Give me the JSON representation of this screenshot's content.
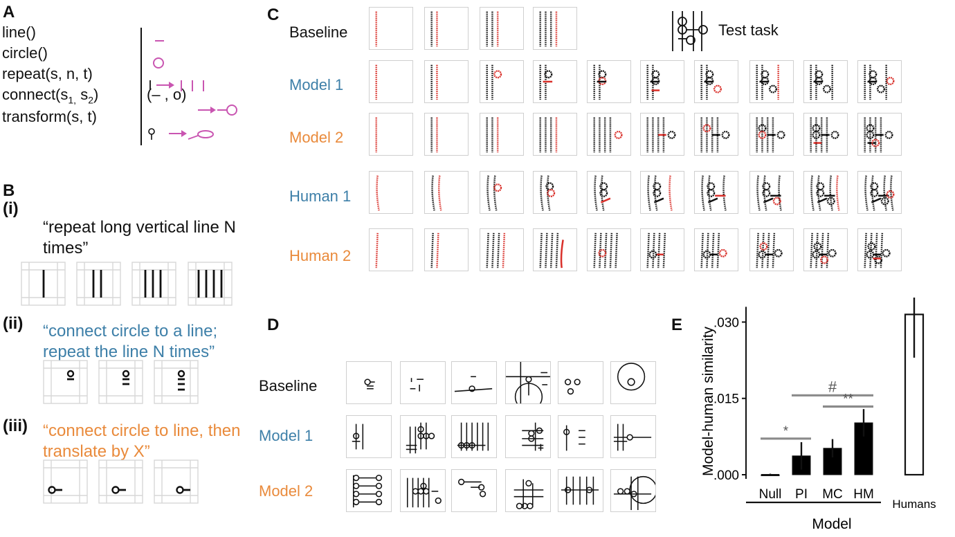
{
  "panels": {
    "a": "A",
    "b": "B",
    "c": "C",
    "d": "D",
    "e": "E"
  },
  "panel_a": {
    "primitives": [
      {
        "name": "line()"
      },
      {
        "name": "circle()"
      },
      {
        "name": "repeat(s, n, t)"
      },
      {
        "name": "connect(s",
        "sub1": "1,",
        "mid": " s",
        "sub2": "2",
        "end": ")"
      },
      {
        "name": "transform(s, t)"
      }
    ],
    "connect_example": "(– , o)",
    "accent_color": "#c955b1"
  },
  "panel_b": {
    "items": [
      {
        "label": "(i)",
        "text": "“repeat long vertical line N times”",
        "color": "#111111"
      },
      {
        "label": "(ii)",
        "text": "“connect circle to a line; repeat the line N times”",
        "color": "#3d7fa8"
      },
      {
        "label": "(iii)",
        "text": "“connect circle to line, then translate by X”",
        "color": "#e98a3b"
      }
    ]
  },
  "panel_c": {
    "rows": [
      {
        "label": "Baseline",
        "color": "#111111"
      },
      {
        "label": "Model 1",
        "color": "#3d7fa8"
      },
      {
        "label": "Model 2",
        "color": "#e98a3b"
      },
      {
        "label": "Human 1",
        "color": "#3d7fa8"
      },
      {
        "label": "Human 2",
        "color": "#e98a3b"
      }
    ],
    "test_task_label": "Test task"
  },
  "panel_d": {
    "rows": [
      {
        "label": "Baseline",
        "color": "#111111"
      },
      {
        "label": "Model 1",
        "color": "#3d7fa8"
      },
      {
        "label": "Model 2",
        "color": "#e98a3b"
      }
    ]
  },
  "chart_data": {
    "type": "bar",
    "ylabel": "Model-human similarity",
    "xlabel": "Model",
    "categories": [
      "Null",
      "PI",
      "MC",
      "HM",
      "Humans"
    ],
    "values": [
      0.0,
      0.0037,
      0.0052,
      0.0102,
      0.0315
    ],
    "errors": [
      0.0002,
      0.0027,
      0.0018,
      0.0027,
      0.0085
    ],
    "fills": [
      "#000000",
      "#000000",
      "#000000",
      "#000000",
      "#ffffff"
    ],
    "ylim": [
      0,
      0.034
    ],
    "yticks": [
      0.0,
      0.015,
      0.03
    ],
    "ytick_labels": [
      ".000",
      ".015",
      ".030"
    ],
    "significance": [
      {
        "from": "Null",
        "to": "PI",
        "label": "*"
      },
      {
        "from": "PI",
        "to": "HM",
        "label": "#"
      },
      {
        "from": "MC",
        "to": "HM",
        "label": "**"
      }
    ],
    "grid": false
  }
}
